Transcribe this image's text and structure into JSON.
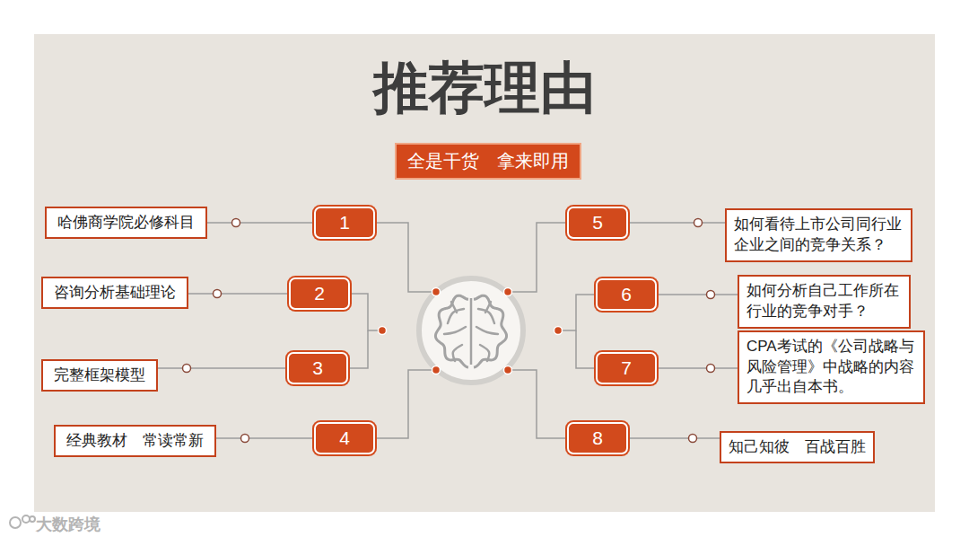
{
  "diagram": {
    "title": "推荐理由",
    "nodes": [
      {
        "text": [
          "全是干货　拿来即用"
        ]
      },
      {
        "text": [
          "哈佛商学院必修科目"
        ]
      },
      {
        "text": [
          "1"
        ]
      },
      {
        "text": [
          "咨询分析基础理论"
        ]
      },
      {
        "text": [
          "2"
        ]
      },
      {
        "text": [
          "完整框架模型"
        ]
      },
      {
        "text": [
          "3"
        ]
      },
      {
        "text": [
          "经典教材　常读常新"
        ]
      },
      {
        "text": [
          "4"
        ]
      },
      {
        "text": [
          "如何看待上市公司同行业企业之间的竞争关系？"
        ]
      },
      {
        "text": [
          "5"
        ]
      },
      {
        "text": [
          "如何分析自己工作所在行业的竞争对手？"
        ]
      },
      {
        "text": [
          "6"
        ]
      },
      {
        "text": [
          "CPA考试的《公司战略与风险管理》中战略的内容几乎出自本书。"
        ]
      },
      {
        "text": [
          "7"
        ]
      },
      {
        "text": [
          "知己知彼　百战百胜"
        ]
      },
      {
        "text": [
          "8"
        ]
      }
    ],
    "edges": [
      {
        "from": 1,
        "to": 2,
        "arrow": "none"
      },
      {
        "from": 3,
        "to": 4,
        "arrow": "none"
      },
      {
        "from": 5,
        "to": 6,
        "arrow": "none"
      },
      {
        "from": 7,
        "to": 8,
        "arrow": "none"
      },
      {
        "from": 9,
        "to": 10,
        "arrow": "none"
      },
      {
        "from": 11,
        "to": 12,
        "arrow": "none"
      },
      {
        "from": 13,
        "to": 14,
        "arrow": "none"
      },
      {
        "from": 15,
        "to": 16,
        "arrow": "none"
      }
    ],
    "labels": [
      "大数跨境"
    ]
  }
}
